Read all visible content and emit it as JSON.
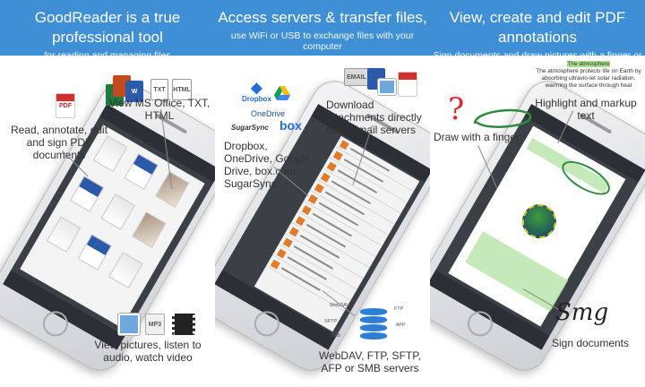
{
  "banner": {
    "color": "#3f8fd6",
    "panels": [
      {
        "title": "GoodReader is a true professional tool",
        "subtitle": "for reading and managing files"
      },
      {
        "title": "Access servers & transfer files,",
        "subtitle": "use WiFi or USB to exchange files with your computer"
      },
      {
        "title": "View, create and edit PDF annotations",
        "subtitle": "Sign documents and draw pictures with a finger or a stylus"
      }
    ]
  },
  "panel1": {
    "caption_office": "View MS Office, TXT, HTML",
    "caption_pdf": "Read, annotate, edit and sign PDF documents",
    "caption_media": "View pictures, listen to audio, watch video",
    "icons": [
      "pdf-icon",
      "word-icon",
      "excel-icon",
      "powerpoint-icon",
      "txt-icon",
      "html-icon",
      "picture-icon",
      "mp3-icon",
      "film-icon"
    ],
    "icon_labels": {
      "pdf": "PDF",
      "word": "W",
      "txt": "TXT",
      "html": "HTML",
      "mp3": "MP3"
    }
  },
  "panel2": {
    "caption_cloud": "Dropbox, OneDrive, Google Drive, box.com, SugarSync",
    "caption_email": "Download attachments directly from Email servers",
    "caption_servers": "WebDAV, FTP, SFTP, AFP or SMB servers",
    "brands": {
      "dropbox": "Dropbox",
      "onedrive": "OneDrive",
      "sugarsync": "SugarSync",
      "box": "box"
    },
    "email_label": "EMAIL",
    "protocols": [
      "WebDAV",
      "FTP",
      "SFTP",
      "AFP",
      "SMB"
    ]
  },
  "panel3": {
    "caption_highlight": "Highlight and markup text",
    "caption_draw": "Draw with a finger",
    "caption_sign": "Sign documents",
    "quote": "The atmosphere protects life on Earth by absorbing ultravio-let solar radiation, warming the surface through heat",
    "quote_lead": "The atmosphere",
    "drawn_mark": "?"
  }
}
